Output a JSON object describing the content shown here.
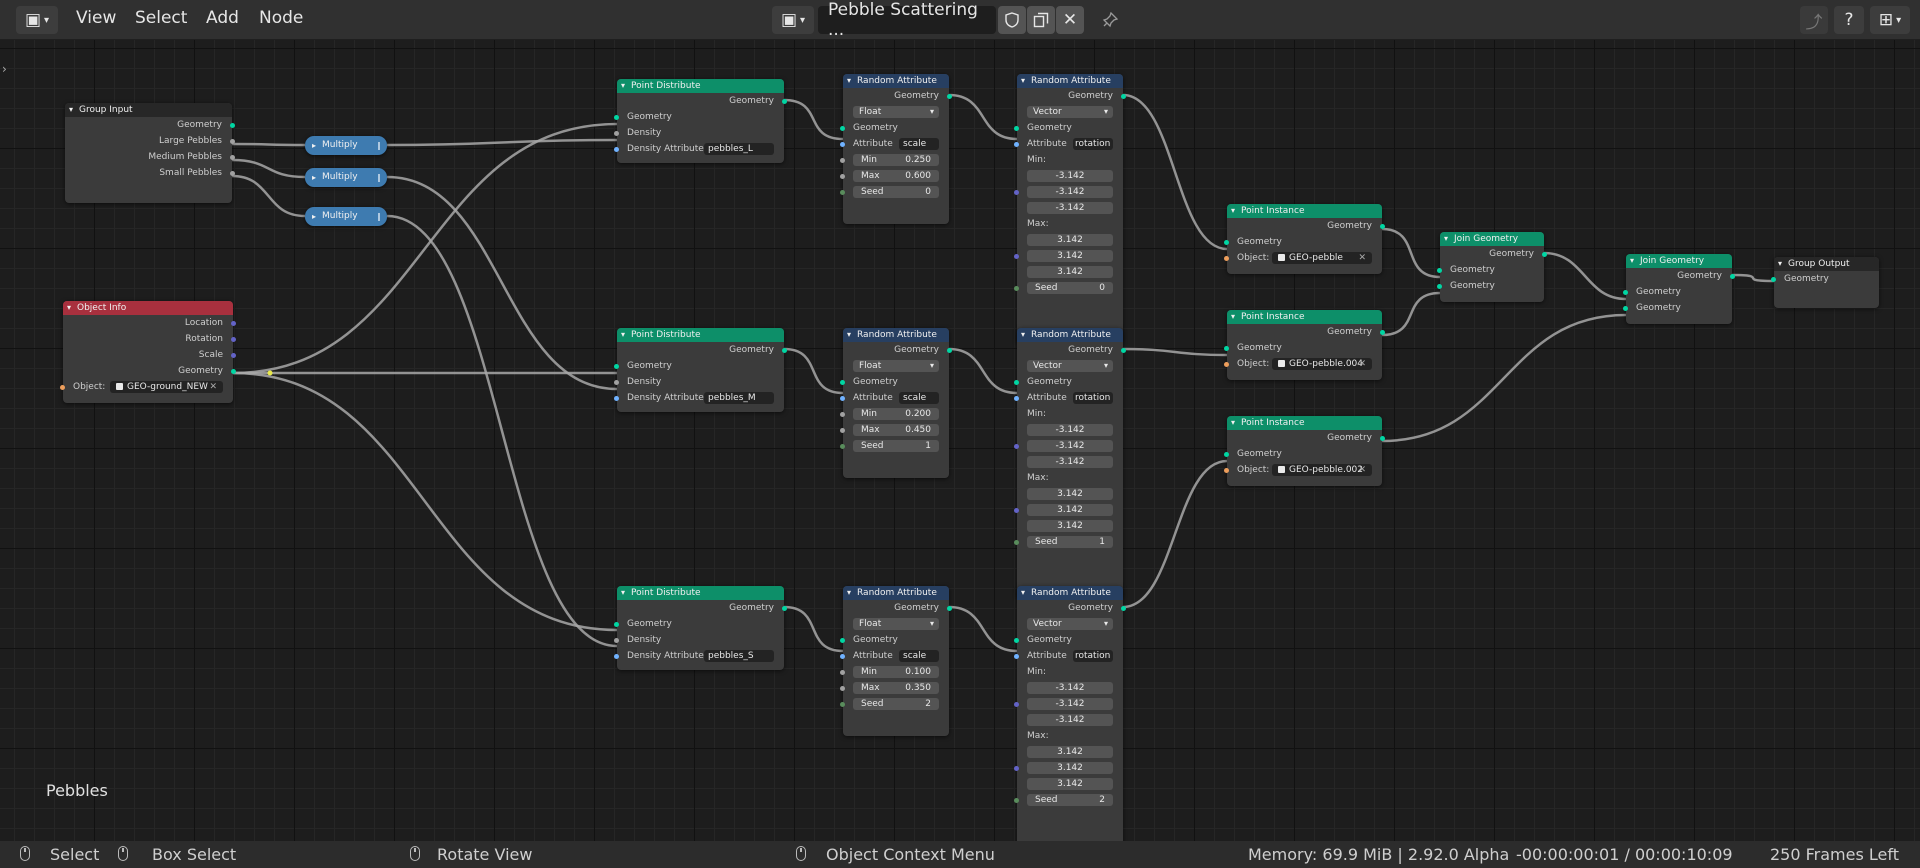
{
  "header": {
    "menus": [
      "View",
      "Select",
      "Add",
      "Node"
    ],
    "node_tree_name": "Pebble Scattering ...",
    "icons": {
      "editor_type": "node-editor-icon",
      "tree_type": "node-tree-icon",
      "fake_user": "shield-icon",
      "duplicate": "duplicate-icon",
      "close": "close-icon",
      "pin": "pin-icon",
      "parent": "parent-node-tree-icon",
      "help": "help-icon",
      "snap": "snap-icon"
    }
  },
  "canvas": {
    "frame_label": "Pebbles"
  },
  "labels": {
    "geometry": "Geometry",
    "density": "Density",
    "density_attribute": "Density Attribute",
    "attribute": "Attribute",
    "min": "Min",
    "max": "Max",
    "seed": "Seed",
    "min_colon": "Min:",
    "max_colon": "Max:",
    "object": "Object:",
    "float": "Float",
    "vector": "Vector",
    "scale": "scale",
    "rotation": "rotation"
  },
  "nodes": {
    "group_input": {
      "title": "Group Input",
      "outputs": [
        "Geometry",
        "Large Pebbles",
        "Medium Pebbles",
        "Small Pebbles"
      ]
    },
    "object_info": {
      "title": "Object Info",
      "outputs": [
        "Location",
        "Rotation",
        "Scale",
        "Geometry"
      ],
      "object": "GEO-ground_NEW"
    },
    "multiply": [
      "Multiply",
      "Multiply",
      "Multiply"
    ],
    "point_distribute": [
      {
        "title": "Point Distribute",
        "density_attribute": "pebbles_L"
      },
      {
        "title": "Point Distribute",
        "density_attribute": "pebbles_M"
      },
      {
        "title": "Point Distribute",
        "density_attribute": "pebbles_S"
      }
    ],
    "random_float": [
      {
        "title": "Random Attribute",
        "min": "0.250",
        "max": "0.600",
        "seed": "0"
      },
      {
        "title": "Random Attribute",
        "min": "0.200",
        "max": "0.450",
        "seed": "1"
      },
      {
        "title": "Random Attribute",
        "min": "0.100",
        "max": "0.350",
        "seed": "2"
      }
    ],
    "random_vector": [
      {
        "title": "Random Attribute",
        "min": [
          "-3.142",
          "-3.142",
          "-3.142"
        ],
        "max": [
          "3.142",
          "3.142",
          "3.142"
        ],
        "seed": "0"
      },
      {
        "title": "Random Attribute",
        "min": [
          "-3.142",
          "-3.142",
          "-3.142"
        ],
        "max": [
          "3.142",
          "3.142",
          "3.142"
        ],
        "seed": "1"
      },
      {
        "title": "Random Attribute",
        "min": [
          "-3.142",
          "-3.142",
          "-3.142"
        ],
        "max": [
          "3.142",
          "3.142",
          "3.142"
        ],
        "seed": "2"
      }
    ],
    "point_instance": [
      {
        "title": "Point Instance",
        "object": "GEO-pebble"
      },
      {
        "title": "Point Instance",
        "object": "GEO-pebble.004"
      },
      {
        "title": "Point Instance",
        "object": "GEO-pebble.002"
      }
    ],
    "join_geometry": [
      {
        "title": "Join Geometry"
      },
      {
        "title": "Join Geometry"
      }
    ],
    "group_output": {
      "title": "Group Output",
      "inputs": [
        "Geometry"
      ]
    }
  },
  "status_bar": {
    "select": "Select",
    "box_select": "Box Select",
    "rotate_view": "Rotate View",
    "context_menu": "Object Context Menu",
    "memory": "Memory: 69.9 MiB | 2.92.0 Alpha",
    "time": "-00:00:00:01 / 00:00:10:09",
    "frames_left": "250 Frames Left"
  },
  "colors": {
    "geometry_header": "#0d8f69",
    "attribute_header": "#273f61",
    "input_header": "#a8303e",
    "math_node": "#3e7bb0",
    "geometry_socket": "#00d6a3"
  }
}
